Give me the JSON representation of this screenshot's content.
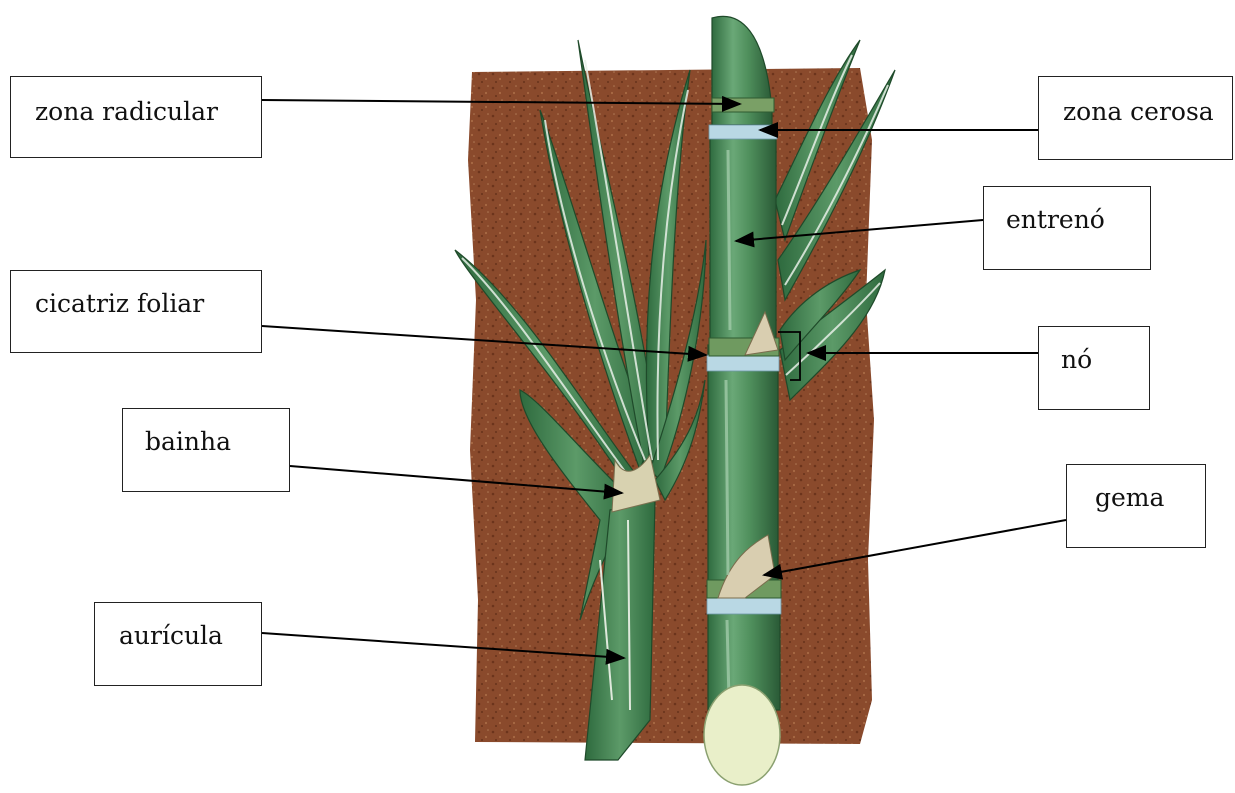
{
  "diagram": {
    "labels": {
      "zona_radicular": "zona radicular",
      "cicatriz_foliar": "cicatriz foliar",
      "bainha": "bainha",
      "auricula": "aurícula",
      "zona_cerosa": "zona cerosa",
      "entreno": "entrenó",
      "no": "nó",
      "gema": "gema"
    }
  },
  "colors": {
    "soil": "#8a4a2c",
    "leaf": "#3f7a4e",
    "stalk": "#4f8f5c",
    "wax_band": "#b9d8e4"
  }
}
